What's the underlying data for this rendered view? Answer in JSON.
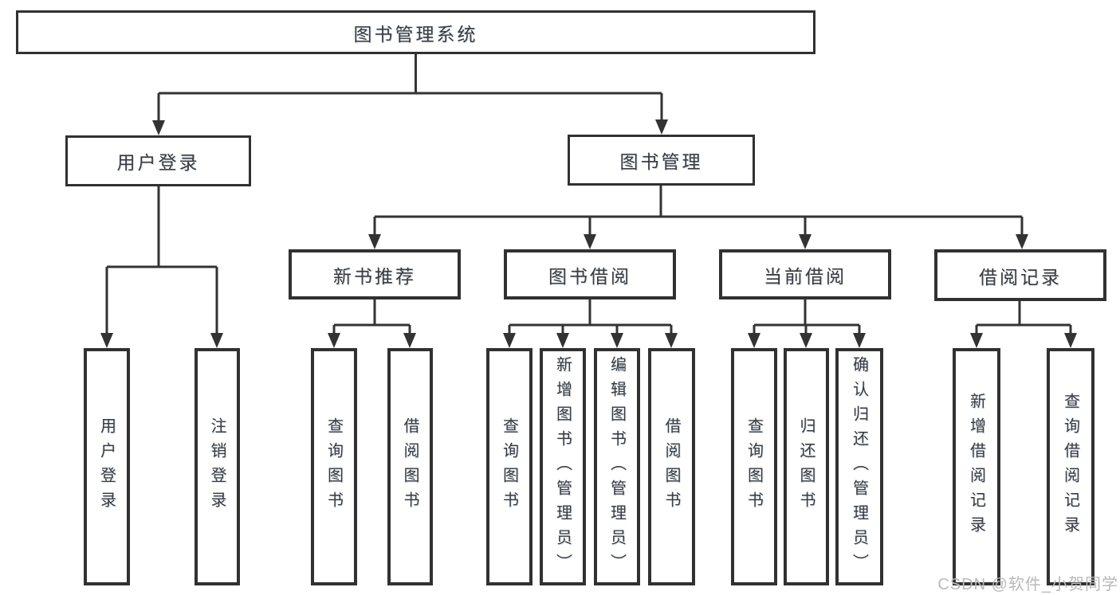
{
  "diagram_title": "图书管理系统",
  "tree": {
    "label": "图书管理系统",
    "children": [
      {
        "label": "用户登录",
        "children": [
          {
            "label": "用户登录"
          },
          {
            "label": "注销登录"
          }
        ]
      },
      {
        "label": "图书管理",
        "children": [
          {
            "label": "新书推荐",
            "children": [
              {
                "label": "查询图书"
              },
              {
                "label": "借阅图书"
              }
            ]
          },
          {
            "label": "图书借阅",
            "children": [
              {
                "label": "查询图书"
              },
              {
                "label": "新增图书（管理员）"
              },
              {
                "label": "编辑图书（管理员）"
              },
              {
                "label": "借阅图书"
              }
            ]
          },
          {
            "label": "当前借阅",
            "children": [
              {
                "label": "查询图书"
              },
              {
                "label": "归还图书"
              },
              {
                "label": "确认归还（管理员）"
              }
            ]
          },
          {
            "label": "借阅记录",
            "children": [
              {
                "label": "新增借阅记录"
              },
              {
                "label": "查询借阅记录"
              }
            ]
          }
        ]
      }
    ]
  },
  "watermark": "CSDN @软件_小贺同学",
  "colors": {
    "line": "#333333",
    "box_border": "#313131",
    "text": "#3a3a3a",
    "watermark": "#b9b9b9",
    "background": "#ffffff"
  }
}
